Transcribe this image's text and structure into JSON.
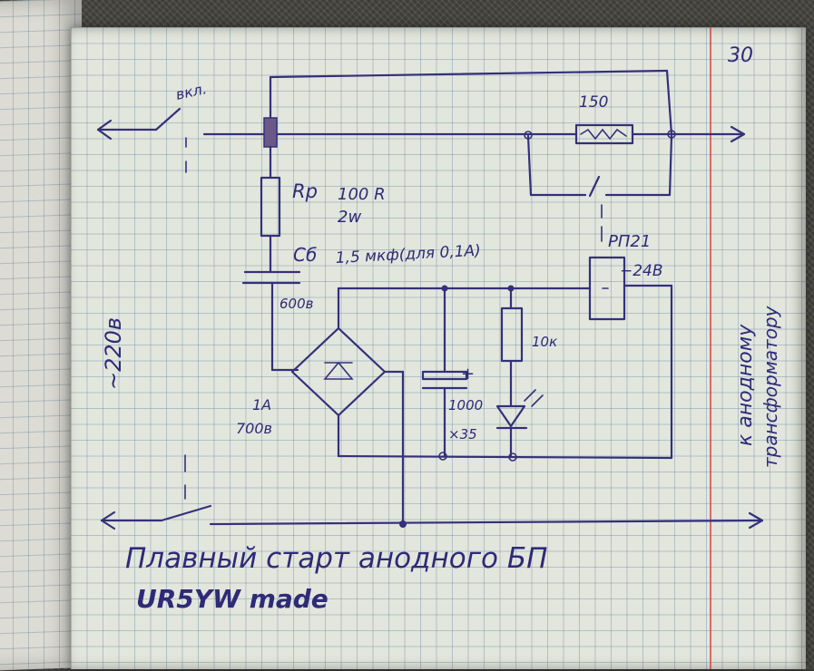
{
  "page_number": "30",
  "switch_label": "вкл.",
  "mains_label": "~220в",
  "resistor_bypass": "150",
  "rp": {
    "name": "Rр",
    "value": "100 R",
    "power": "2w"
  },
  "cb": {
    "name": "Cб",
    "value": "1,5 мкф(для 0,1А)",
    "voltage": "600в"
  },
  "relay": {
    "name": "РП21",
    "voltage": "−24В"
  },
  "bridge": {
    "current": "1A",
    "voltage": "700в"
  },
  "r_led": "10к",
  "cap_plus": "+",
  "cap": {
    "value": "1000",
    "voltage": "×35"
  },
  "output_label": {
    "line1": "к анодному",
    "line2": "трансформатору"
  },
  "title": "Плавный старт анодного БП",
  "author": "UR5YW made",
  "colors": {
    "ink": "#34307a",
    "paper": "#e3e6dc",
    "margin": "#cd4646"
  }
}
